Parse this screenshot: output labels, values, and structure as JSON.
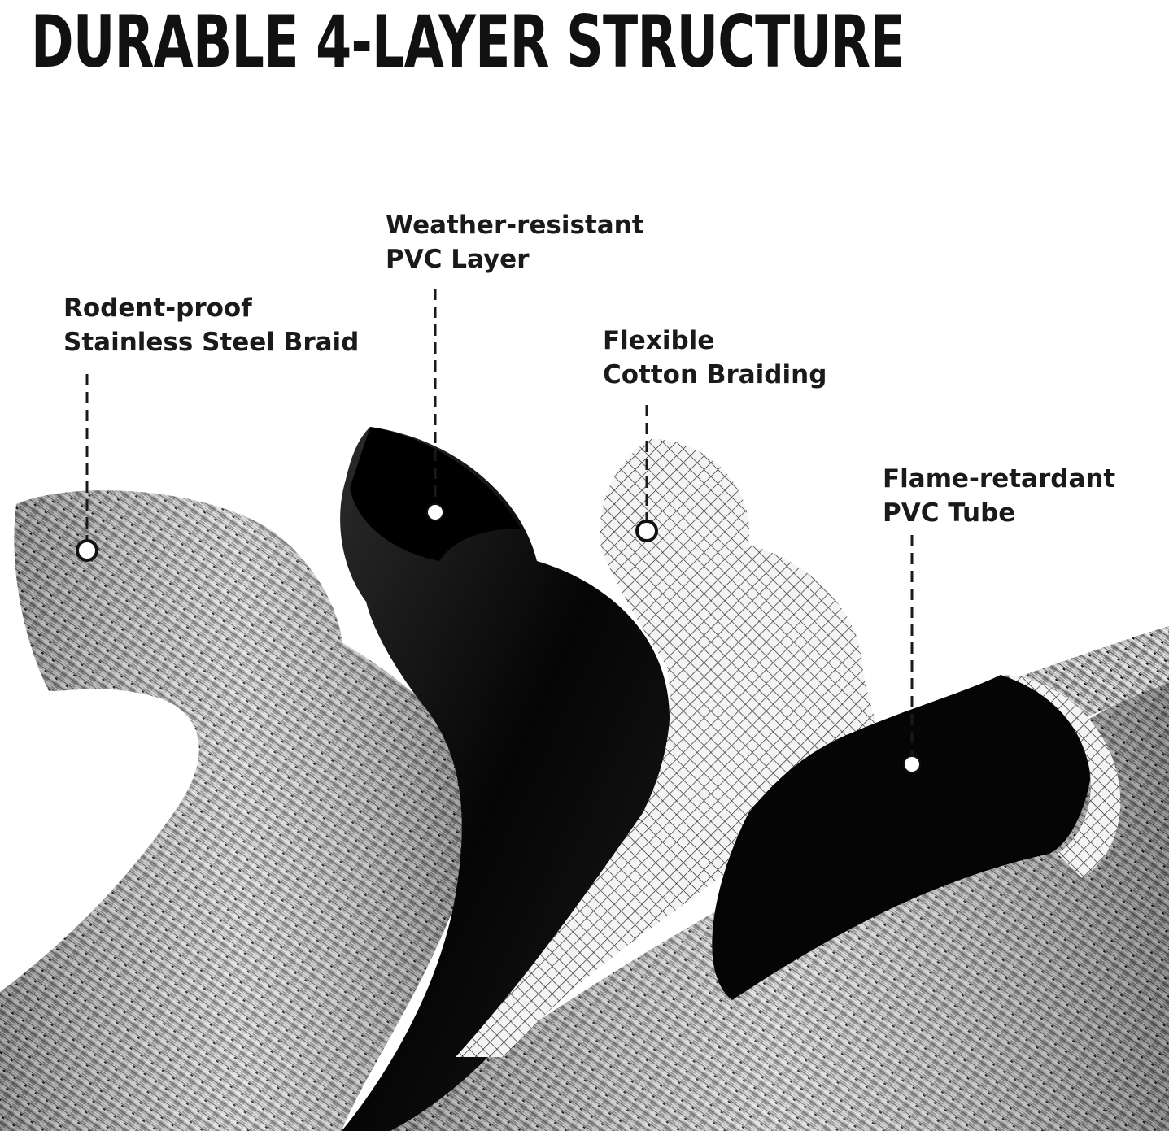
{
  "title": "DURABLE 4-LAYER STRUCTURE",
  "layers": [
    {
      "line1": "Rodent-proof",
      "line2": "Stainless Steel Braid"
    },
    {
      "line1": "Weather-resistant",
      "line2": "PVC Layer"
    },
    {
      "line1": "Flexible",
      "line2": "Cotton Braiding"
    },
    {
      "line1": "Flame-retardant",
      "line2": "PVC Tube"
    }
  ],
  "colors": {
    "steel": "#9a9a9a",
    "pvc": "#0d0d0d",
    "mesh": "#e8e8e8",
    "text": "#111111"
  }
}
